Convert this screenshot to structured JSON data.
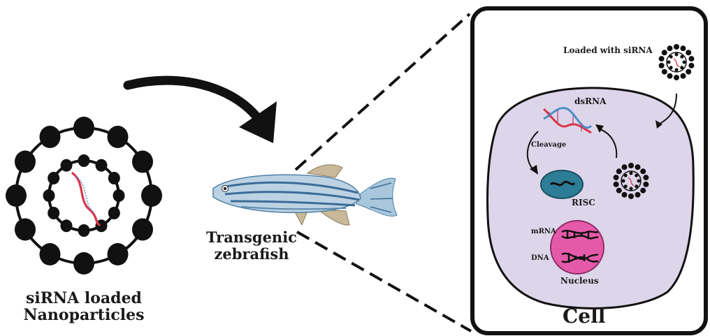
{
  "labels": {
    "nanoparticles_line1": "siRNA loaded",
    "nanoparticles_line2": "Nanoparticles",
    "zebrafish_line1": "Transgenic",
    "zebrafish_line2": "zebrafish",
    "loaded_with": "Loaded with siRNA",
    "dsrna": "dsRNA",
    "cleavage": "Cleavage",
    "risc": "RISC",
    "mrna": "mRNA",
    "dna": "DNA",
    "nucleus": "Nucleus",
    "cell": "Cell"
  },
  "colors": {
    "ink": "#111111",
    "cell_fill": "#ddd6ea",
    "nucleus_fill": "#e55aa8",
    "risc_fill": "#2d7d96",
    "dna_red": "#d9354a",
    "dna_blue": "#4d8fc7",
    "fish_body": "#b9cfe0",
    "fish_stripe": "#3b6c98"
  }
}
